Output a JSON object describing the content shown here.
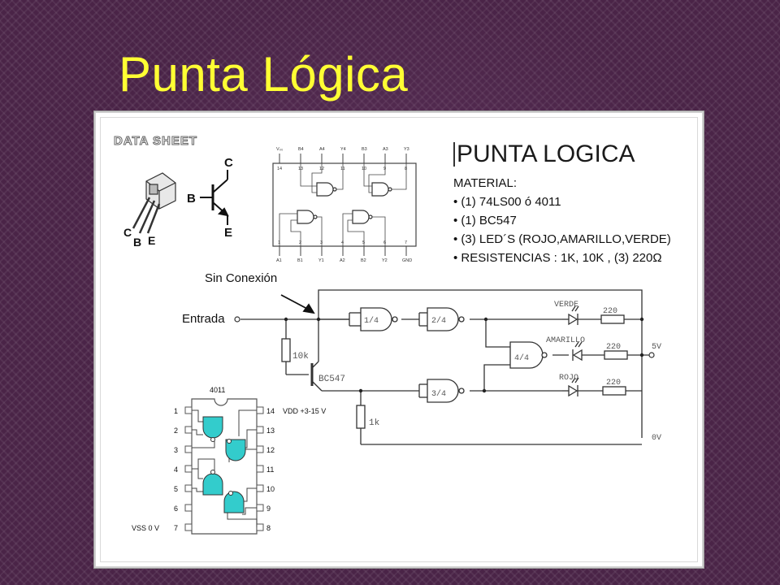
{
  "title": "Punta Lógica",
  "sheet": {
    "datasheet_label": "DATA SHEET",
    "heading": "PUNTA LOGICA",
    "material_label": "MATERIAL:",
    "material_items": [
      "(1)  74LS00  ó   4011",
      "(1)   BC547",
      "(3) LED´S (ROJO,AMARILLO,VERDE)",
      "RESISTENCIAS :  1K, 10K ,  (3) 220Ω"
    ],
    "transistor_pins": {
      "c": "C",
      "b": "B",
      "e": "E"
    },
    "ic_top_pins": [
      "V₀₀",
      "B4",
      "A4",
      "Y4",
      "B3",
      "A3",
      "Y3"
    ],
    "ic_top_nums": [
      "14",
      "13",
      "12",
      "11",
      "10",
      "9",
      "8"
    ],
    "ic_bottom_pins": [
      "A1",
      "B1",
      "Y1",
      "A2",
      "B2",
      "Y2",
      "GND"
    ],
    "ic_bottom_nums": [
      "1",
      "2",
      "3",
      "4",
      "5",
      "6",
      "7"
    ],
    "circuit": {
      "sin_conexion": "Sin Conexión",
      "entrada": "Entrada",
      "r10k": "10k",
      "transistor": "BC547",
      "r1k": "1k",
      "gate1": "1/4",
      "gate2": "2/4",
      "gate3": "3/4",
      "gate4": "4/4",
      "led_verde": "VERDE",
      "led_amarillo": "AMARILLO",
      "led_rojo": "ROJO",
      "r220_a": "220",
      "r220_b": "220",
      "r220_c": "220",
      "v5": "5V",
      "v0": "0V"
    },
    "chip4011": {
      "name": "4011",
      "left_pins": [
        "1",
        "2",
        "3",
        "4",
        "5",
        "6",
        "7"
      ],
      "right_pins": [
        "14",
        "13",
        "12",
        "11",
        "10",
        "9",
        "8"
      ],
      "vdd": "VDD +3-15 V",
      "vss": "VSS 0 V",
      "gate_color": "#33cccc"
    }
  }
}
